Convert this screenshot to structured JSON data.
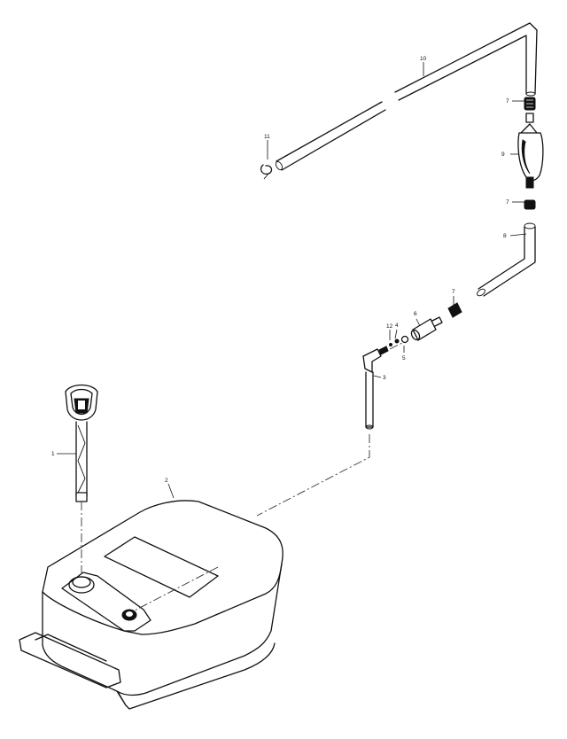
{
  "diagram": {
    "type": "exploded-parts-view",
    "callouts": [
      {
        "id": "1",
        "text": "1"
      },
      {
        "id": "2",
        "text": "2"
      },
      {
        "id": "3",
        "text": "3"
      },
      {
        "id": "4",
        "text": "4"
      },
      {
        "id": "5",
        "text": "5"
      },
      {
        "id": "6",
        "text": "6"
      },
      {
        "id": "7a",
        "text": "7"
      },
      {
        "id": "7b",
        "text": "7"
      },
      {
        "id": "7c",
        "text": "7"
      },
      {
        "id": "8",
        "text": "8"
      },
      {
        "id": "9",
        "text": "9"
      },
      {
        "id": "10",
        "text": "10"
      },
      {
        "id": "11",
        "text": "11"
      },
      {
        "id": "12",
        "text": "12"
      }
    ],
    "colors": {
      "ink": "#111111",
      "paper": "#ffffff"
    }
  }
}
